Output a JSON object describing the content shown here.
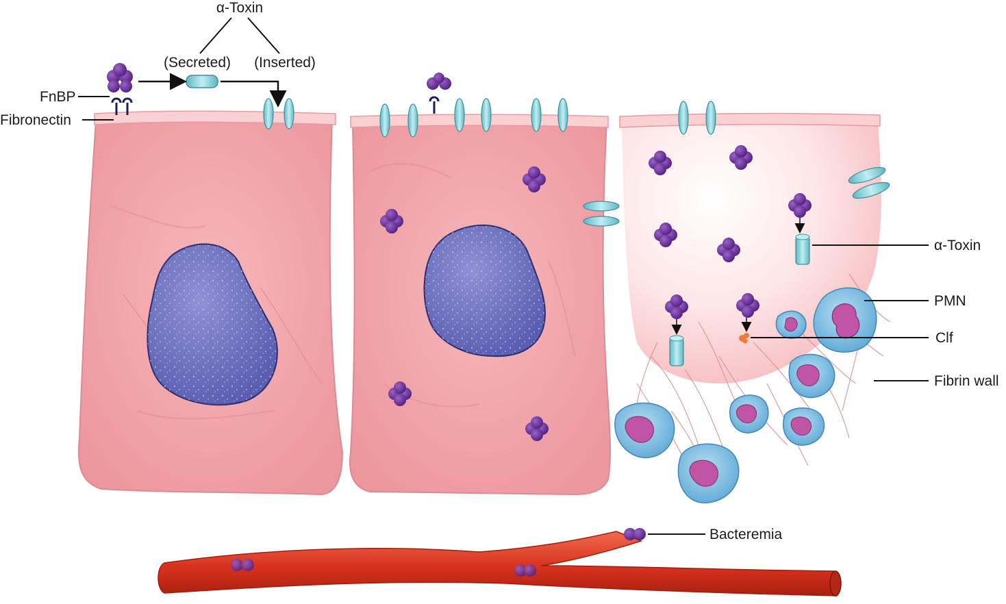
{
  "labels": {
    "alpha_toxin_top": "α-Toxin",
    "secreted": "(Secreted)",
    "inserted": "(Inserted)",
    "fnbp": "FnBP",
    "fibronectin": "Fibronectin",
    "alpha_toxin_right": "α-Toxin",
    "pmn": "PMN",
    "clf": "Clf",
    "fibrin_wall": "Fibrin wall",
    "bacteremia": "Bacteremia"
  },
  "colors": {
    "cell_fill": "#f2a7ac",
    "cell_edge": "#d98c92",
    "cell_light": "#fbd3d5",
    "nucleus": "#6f72bf",
    "nucleus_edge": "#2c2f6e",
    "bacterium": "#6a2f9a",
    "toxin": "#7ec9d3",
    "pmn": "#88c4e6",
    "pmn_nucleus": "#c055a6",
    "vessel": "#d9321e",
    "clf": "#f07a3a",
    "fibrin": "#d58f8a"
  }
}
